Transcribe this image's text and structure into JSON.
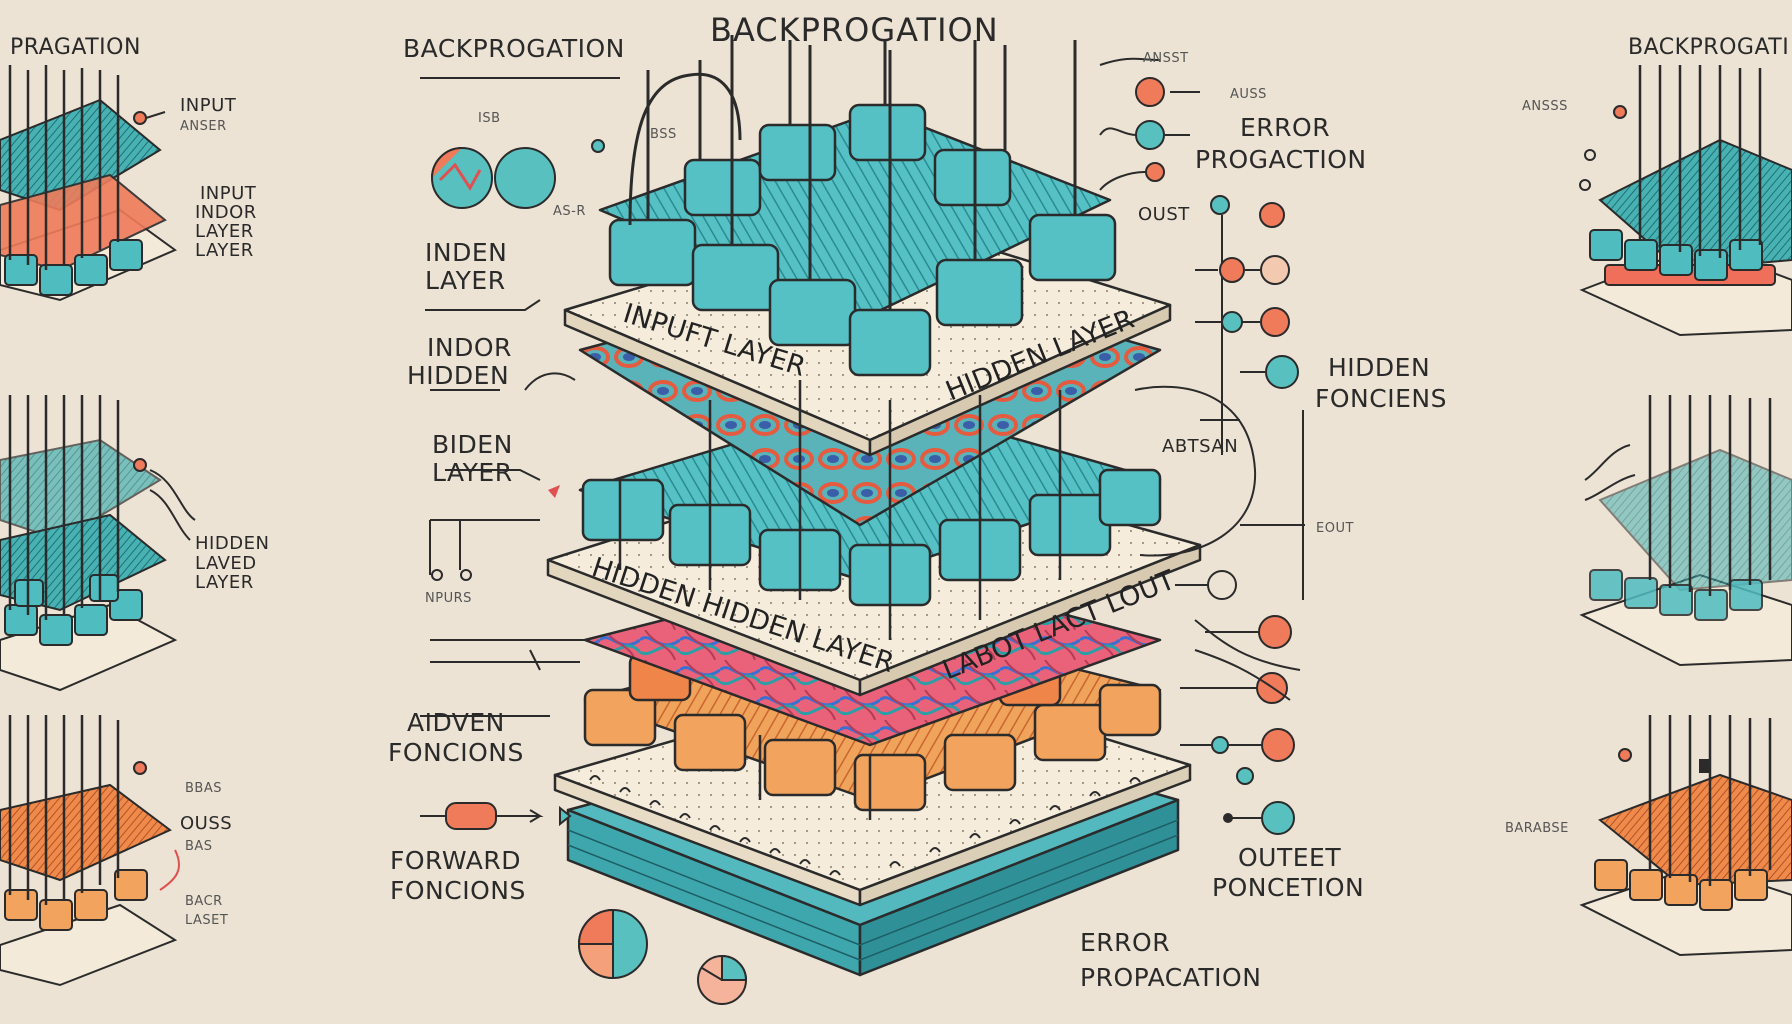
{
  "title": "BACKPROGATION",
  "left_panel": {
    "header": "PRAGATION",
    "top_labels": [
      "INPUT",
      "ANSER",
      "INPUT",
      "INDOR",
      "LAYER",
      "LAYER"
    ],
    "mid_labels": [
      "HIDDEN",
      "LAVED",
      "LAYER"
    ],
    "bottom_labels": [
      "BBAS",
      "OUSS",
      "BAS",
      "BACR",
      "LASET"
    ]
  },
  "center_left": {
    "header": "BACKPROGATION",
    "labels": {
      "isb": "ISB",
      "asr": "AS-R",
      "inden_layer": [
        "INDEN",
        "LAYER"
      ],
      "indor_hidden": [
        "INDOR",
        "HIDDEN"
      ],
      "biden_layer": [
        "BIDEN",
        "LAYER"
      ],
      "npurs": "NPURS",
      "aidven": [
        "AIDVEN",
        "FONCIONS"
      ],
      "forward": [
        "FORWARD",
        "FONCIONS"
      ],
      "bss": "BSS"
    }
  },
  "slabs": {
    "top_left": "INPUFT LAYER",
    "top_right": "HIDDEN LAYER",
    "mid_left": "HIDDEN HIDDEN LAYER",
    "mid_right": "LABOT LACT LOUT"
  },
  "center_right": {
    "small_top": [
      "ANSST",
      "AUSS"
    ],
    "error": [
      "ERROR",
      "PROGACTION"
    ],
    "oust": "OUST",
    "hidden": [
      "HIDDEN",
      "FONCIENS"
    ],
    "abtsan": "ABTSAN",
    "eout": "EOUT",
    "output": [
      "OUTEET",
      "PONCETION"
    ],
    "error_bottom": [
      "ERROR",
      "PROPACATION"
    ]
  },
  "right_panel": {
    "header": "BACKPROGATI",
    "top_label": "ANSSS",
    "bottom_label": "BARABSE"
  },
  "colors": {
    "background": "#ece3d4",
    "teal": "#4fbcc0",
    "teal_dark": "#2e8e95",
    "orange": "#ef9a52",
    "coral": "#e7664f",
    "slab": "#f5ecdc",
    "ink": "#2b2b2b"
  }
}
